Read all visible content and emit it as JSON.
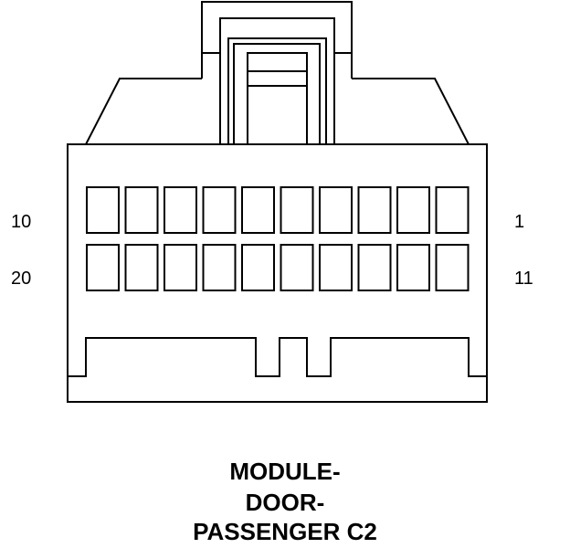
{
  "pin_labels": {
    "top_left": "10",
    "top_right": "1",
    "bottom_left": "20",
    "bottom_right": "11"
  },
  "caption": {
    "line1": "MODULE-",
    "line2": "DOOR-",
    "line3": "PASSENGER C2"
  },
  "colors": {
    "line": "#000000",
    "background": "#ffffff"
  }
}
